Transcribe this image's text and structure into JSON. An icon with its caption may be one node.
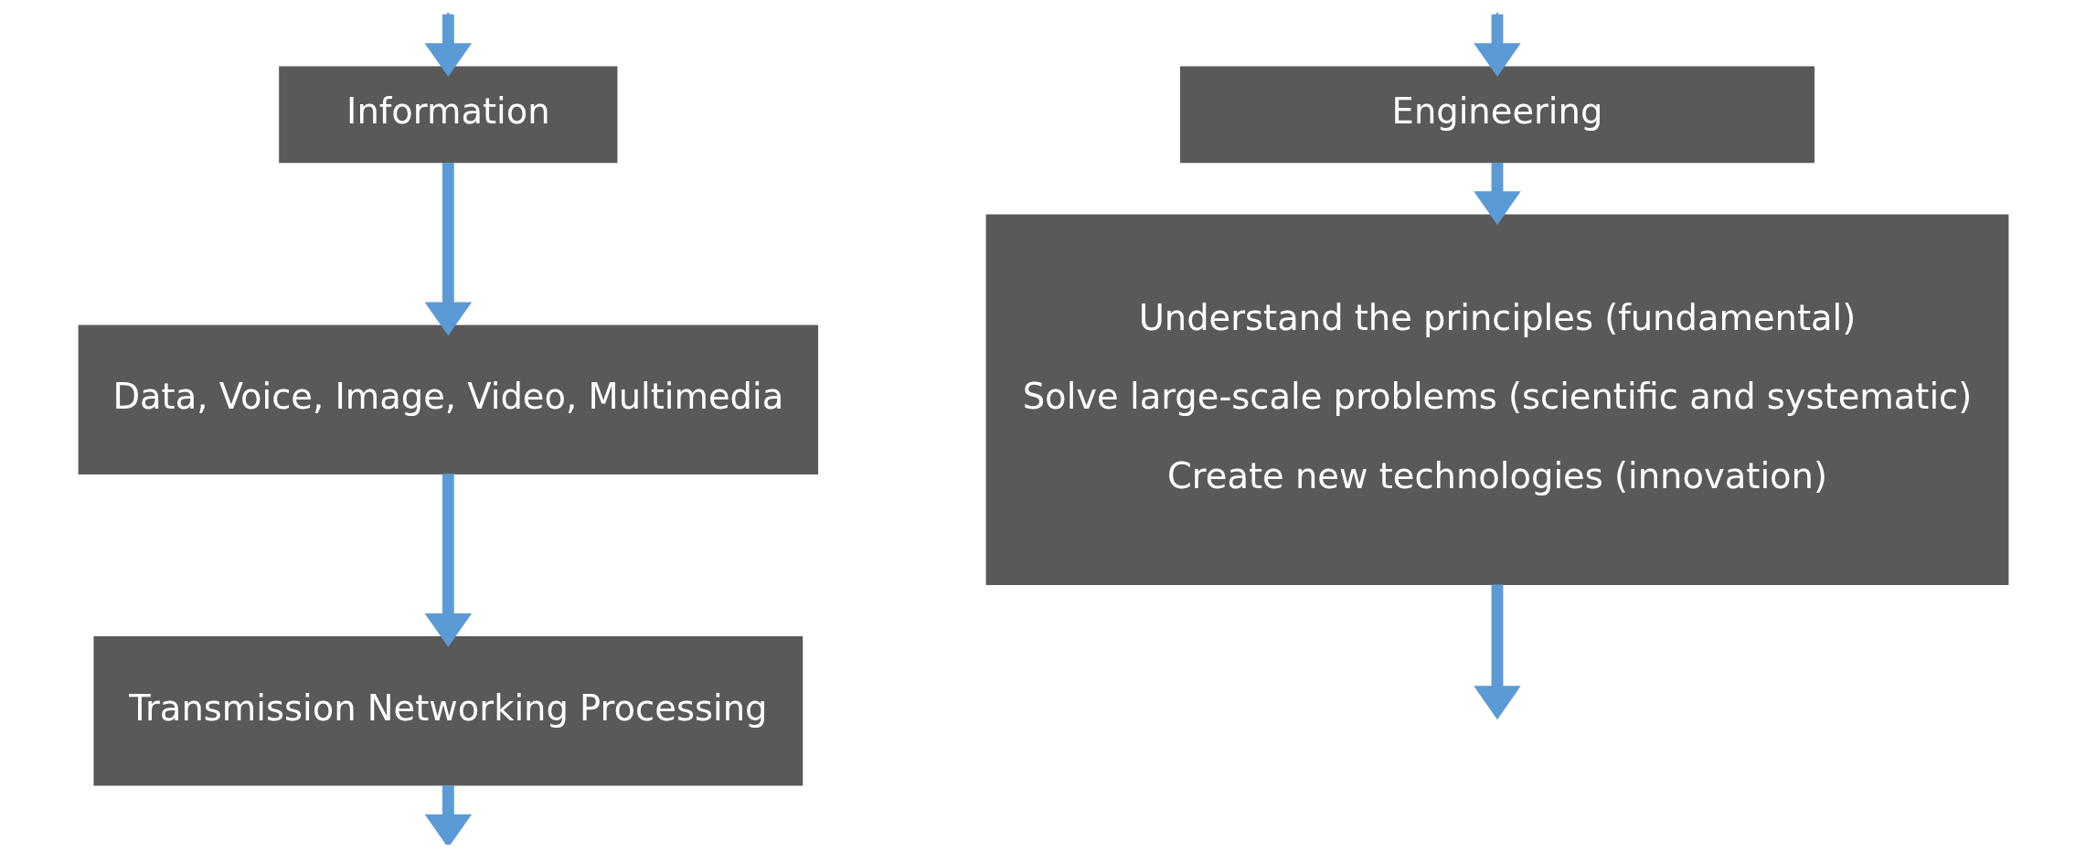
{
  "diagram": {
    "nodes": [
      {
        "text": [
          "Information"
        ]
      },
      {
        "text": [
          "Data, Voice, Image, Video, Multimedia"
        ]
      },
      {
        "text": [
          "Transmission Networking Processing"
        ]
      },
      {
        "text": [
          "Engineering"
        ]
      },
      {
        "text": [
          "Understand the principles (fundamental)",
          "Solve large-scale problems (scientific and systematic)",
          "Create new technologies (innovation)"
        ]
      }
    ],
    "edges": [
      {
        "from": null,
        "to": 0,
        "arrow": "to"
      },
      {
        "from": 0,
        "to": 1,
        "arrow": "to"
      },
      {
        "from": 1,
        "to": 2,
        "arrow": "to"
      },
      {
        "from": 2,
        "to": null,
        "arrow": "to"
      },
      {
        "from": null,
        "to": 3,
        "arrow": "to"
      },
      {
        "from": 3,
        "to": 4,
        "arrow": "to"
      },
      {
        "from": 4,
        "to": null,
        "arrow": "to"
      }
    ]
  }
}
